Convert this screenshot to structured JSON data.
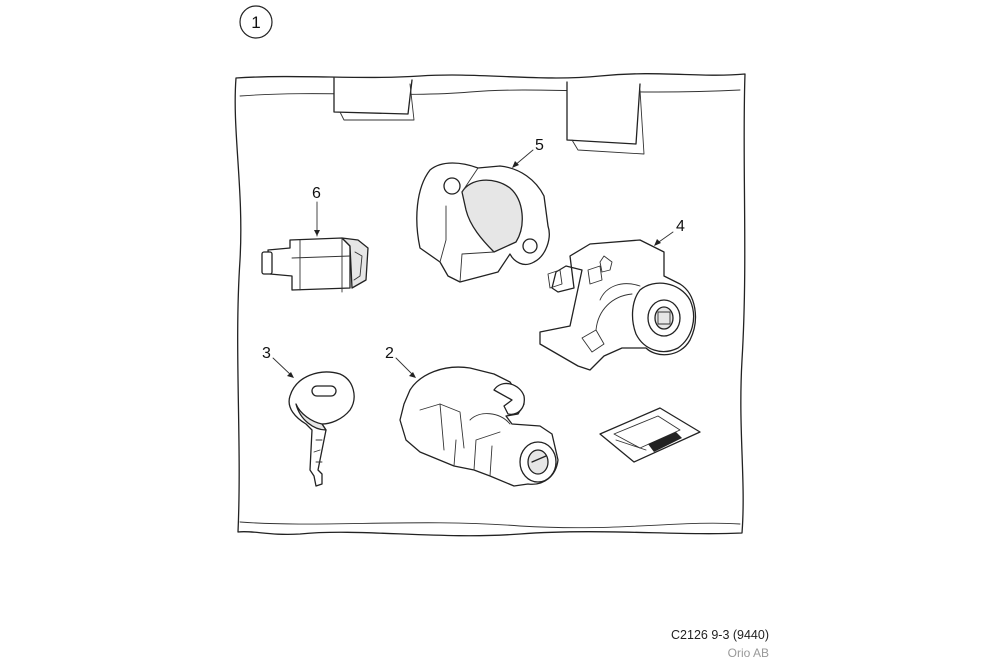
{
  "figure_number": "1",
  "callouts": [
    {
      "id": "1",
      "text": "2"
    },
    {
      "id": "2",
      "text": "3"
    },
    {
      "id": "3",
      "text": "4"
    },
    {
      "id": "4",
      "text": "5"
    },
    {
      "id": "5",
      "text": "6"
    }
  ],
  "caption": {
    "code": "C2126 9-3 (9440)",
    "credit": "Orio AB"
  }
}
